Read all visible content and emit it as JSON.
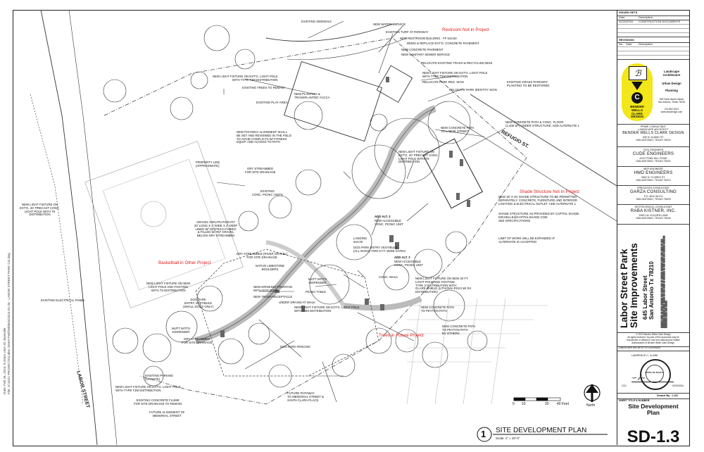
{
  "file_info": {
    "line1": "Date: Feb 26, 2024, 9:44am   User ID: bwevalle",
    "line2": "File: S:\\2021 PROJECTS\\Labor Street Park\\Wk\\Bds\\2024-02-28 - LABOR STREET PARK CD.dwg"
  },
  "plan": {
    "callouts": {
      "sidewalk": "EXISTING SIDEWALK",
      "water": "NEW WATER SERVICE",
      "turf": "EXISTING TURF AT PARKWAY",
      "restroom": "NEW RESTROOM BUILDING   FF 643.50",
      "demo": "DEMO & REPLACE EXT'G. CONCRETE PAVEMENT",
      "conc_pave": "NEW CONCRETE PAVEMENT",
      "sewer": "NEW SANITARY SEWER SERVICE",
      "trash": "RELOCATE EXISTING TRASH & RECYCLING BINS",
      "light_t3m": "NEW LIGHT FIXTURE ON EXT'G. LIGHT POLE\nWITH TYPE T3M DISTRIBUTION",
      "reg_sign": "RELOCATE PARK REG. SIGN",
      "grass": "EXISTING GRASS PARKWAY\nPLANTING TO BE RESTORED",
      "id_sign": "RELOCATE PARK IDENTITY SIGN",
      "light_left": "NEW LIGHT FIXTURE ON EXT'G. LIGHT POLE\nWITH TYPE T3M DISTRIBUTION",
      "trees_remain": "EXISTING TREES TO REMAIN",
      "planting": "NEW PLANTING &\nTRANSPLANTED YUCCA",
      "play": "EXISTING PLAY AREA",
      "path_floor": "NEW CONCRETE PATH & CONC. FLOOR\n(1,406 SF) UNDER STRUCTURE. ADD ALTERNATE 1",
      "path_labor": "NEW CONCRETE PATH\nTO LABOR STREET",
      "pathway_align": "NEW PATHWAY ALIGNMENT SHALL\nBE SET AND REVIEWED IN THE FIELD\nTO AVOID CONFLICTS W/ FITNESS\nEQUIP. AND ACCESS TO PATH",
      "light_t5": "NEW LIGHT FIXTURE ON\nEXT'G. 20' PRECAST CONC.\nLIGHT POLE WITH T5\nDISTRIBUTION",
      "prop_line": "PROPERTY LINE\n(APPROXIMATE)",
      "dry_stream": "DRY STREAMBED\nFOR SITE DRAINAGE",
      "picnic_ext": "EXISTING\nCONC. PICNIC UNITS",
      "light_far_left": "NEW LIGHT FIXTURE ON\nEXT'G. 20' PRECAST CONC.\nLIGHT POLE WITH T5\nDISTRIBUTION",
      "shade_desc": "NEW 20' X 40' SHADE STRUCTURE TO BE PERMITTED\nSEPARATELY. CONCRETE, FURNITURE AND INTERIOR\nLIGHTING & ELECTRICAL OUTLET. ADD ALTERNATE 1",
      "shade_cap": "SHADE STRUCTURE AS PROVIDED BY CAPITAL SHADE.\nMICHELLE@CAPITALSHADE.COM\nSEE SPECIFICATIONS",
      "add_alt2a_title": "ADD ALT. 2",
      "add_alt2a": "NEW ACCESSIBLE\nCONC. PICNIC UNIT",
      "gravel": "GRAVEL INFILTRATION PIT\n20' LONG X 4' WIDE X 3' DEEP\nLINED W/ GEOTECH FABRIC\n& FILLED W/ #57 GRAVEL\nBELOW DRY STREAMBED",
      "landing": "LANDING\n644.00",
      "dog_vest": "DOG PARK ENTRY VESTIBULE\n(ALL DOGS) TWO 5 FT. WIDE GATES",
      "limit": "LIMIT OF WORK WILL BE EXPANDED IF\nALTERNATE IS ACCEPTED",
      "dry_river": "DRY STREAMBED (RIVER GRAVEL)\nFOR SITE DRAINAGE",
      "limestone": "NATIVE LIMESTONE\nBOULDERS",
      "add_alt2b_title": "ADD ALT. 2",
      "add_alt2b": "NEW ACCESSIBLE\nCONC. PICNIC UNIT",
      "conc_walk": "CONC. WALK",
      "light_new": "NEW LIGHT FIXTURE ON NEW\nLIGHT POLE AND FOOTING\nWITH T3 DISTRIBUTION",
      "mutt_top": "MUTT MITTS\nDISPENSER",
      "fountain": "NEW DRINKING FOUNTAIN\nWITH DOG BOWL",
      "picnic_tbl": "PICNIC TABLE",
      "trash_rec": "NEW TRASH RECEPTACLE",
      "light_20ft": "NEW LIGHT FIXTURE ON NEW 20 FT.\nLIGHT POLE AND FOOTING.\nTYPE 3 DISTRIBUTION WITH\nGLARE SHIELD (LITHONIA RSX3 W/ R4\nDISTRIBUTION)",
      "elec_panel": "EXISTING ELECTRICAL PANEL",
      "dog_park_vest": "DOG PARK\nENTRY VESTIBULE\n(SMALL DOGS ONLY)",
      "underdrains": "UNDER DRAINS AT WALK",
      "light_t5m": "NEW LIGHT FIXTURE ON EXT'G. LIGHT POLE\nWITH T5M DISTRIBUTION",
      "path_peyton": "NEW CONCRETE PATH\nTO PEYTON PATH",
      "path_peyton_others": "NEW CONCRETE PATH\nTO PEYTON PATH\nBY OTHERS",
      "mutt_bottom": "MUTT MITTS\nDISPENSER",
      "dry_bottom": "DRY STREAMBED\nFOR SITE DRAINAGE",
      "fencing": "DOG PARK FENCING",
      "parking": "EXISTING PARKING\n(OFFSITE)",
      "light_bottom": "NEW LIGHT FIXTURE ON EXT'G. LIGHT POLE\nWITH TYPE T3M DISTRIBUTION",
      "flume": "EXISTING CONCRETE FLUME\nFOR SITE DRAINAGE TO REMAIN",
      "future_path": "FUTURE PATHWAY\nTO MEMORIAL STREET &\nSANTA CLARA PLACE",
      "future_align": "FUTURE ALIGNMENT OF\nMEMORIAL STREET"
    },
    "notes_red": {
      "restroom": "Restroom Not in Project",
      "shade": "Shade Structure Not in Project",
      "basketball": "Basketball in Other Project",
      "trees": "Trees in Future Project"
    },
    "streets": {
      "refugio": "REFUGIO ST.",
      "labor": "LABOR STREET"
    },
    "scale": {
      "ticks": [
        "0",
        "10",
        "20",
        "40 Feet"
      ],
      "north": "North"
    },
    "title": {
      "number": "1",
      "name": "SITE DEVELOPMENT PLAN",
      "scale": "Scale: 1\" = 20'-0\""
    }
  },
  "title_block": {
    "issued_sets": "ISSUED SETS",
    "hdr_date": "Date",
    "hdr_desc": "Description",
    "issue_date": "02/20/2024",
    "issue_desc": "CONSTRUCTION DOCUMENTS",
    "revisions": "REVISIONS",
    "rev_no": "No.",
    "rev_date": "Date",
    "rev_desc": "Description",
    "firm": {
      "logo_text": "BENDER\nWELLS\nCLARK\nDESIGN",
      "svc1": "Landscape\nArchitecture",
      "svc2": "Urban Design",
      "svc3": "Planning",
      "address": "530 North Alamo Street\nSan Antonio, Texas 78215",
      "phone": "210-892-5221\nwww.bwcdesign.com"
    },
    "consultants": [
      {
        "role": "PRIME CONSULTANT\nLANDSCAPE ARCHITECT",
        "name": "BENDER WELLS CLARK DESIGN",
        "addr": "530 N. ALAMO ST.\nSAN ANTONIO, TEXAS 78215"
      },
      {
        "role": "CIVIL ENGINEER",
        "name": "CUDE ENGINEERS",
        "addr": "4122 POND HILL ROAD\nSAN ANTONIO, TEXAS 78231"
      },
      {
        "role": "MEP ENGINEER",
        "name": "HMD ENGINEERS",
        "addr": "2802 N. FLORES ST.\nSAN ANTONIO, TEXAS 78212"
      },
      {
        "role": "IRRIGATION CONSULTANT",
        "name": "GARZA CONSULTING",
        "addr": "P.O. BOX 90174\nSAN ANTONIO, TEXAS 78209"
      },
      {
        "role": "GEOTECHNICAL CONSULTANT",
        "name": "RABA KISTNER, INC.",
        "addr": "12821 W. GOLDEN LANE\nSAN ANTONIO, TEXAS 78249"
      }
    ],
    "project_name": "Labor Street Park\nSite Improvements",
    "project_addr": "645 Labor Street\nSan Antonio Tx 78210",
    "copyright": "© 2023 Bender Wells Clark Design\nAll rights reserved. No part of this document may be\nreproduced or utilized in any form without prior written\nauthorization of Bender Wells Clark Design.",
    "seal_label": "LANDSCAPE ARCHITECTS LICENSURE",
    "seal_name": "LAWRENCE C. CLARK",
    "seal_state": "STATE OF TEXAS",
    "seal_no": "1211",
    "seal_date": "02/26/2024",
    "drawn_by": "Drawn By : LGC",
    "sheet_title_label": "SHEET TITLE & NUMBER:",
    "sheet_title": "Site Development\nPlan",
    "sheet_number": "SD-1.3"
  },
  "colors": {
    "red_note": "#e21b1b",
    "logo_yellow": "#f3e61a"
  }
}
